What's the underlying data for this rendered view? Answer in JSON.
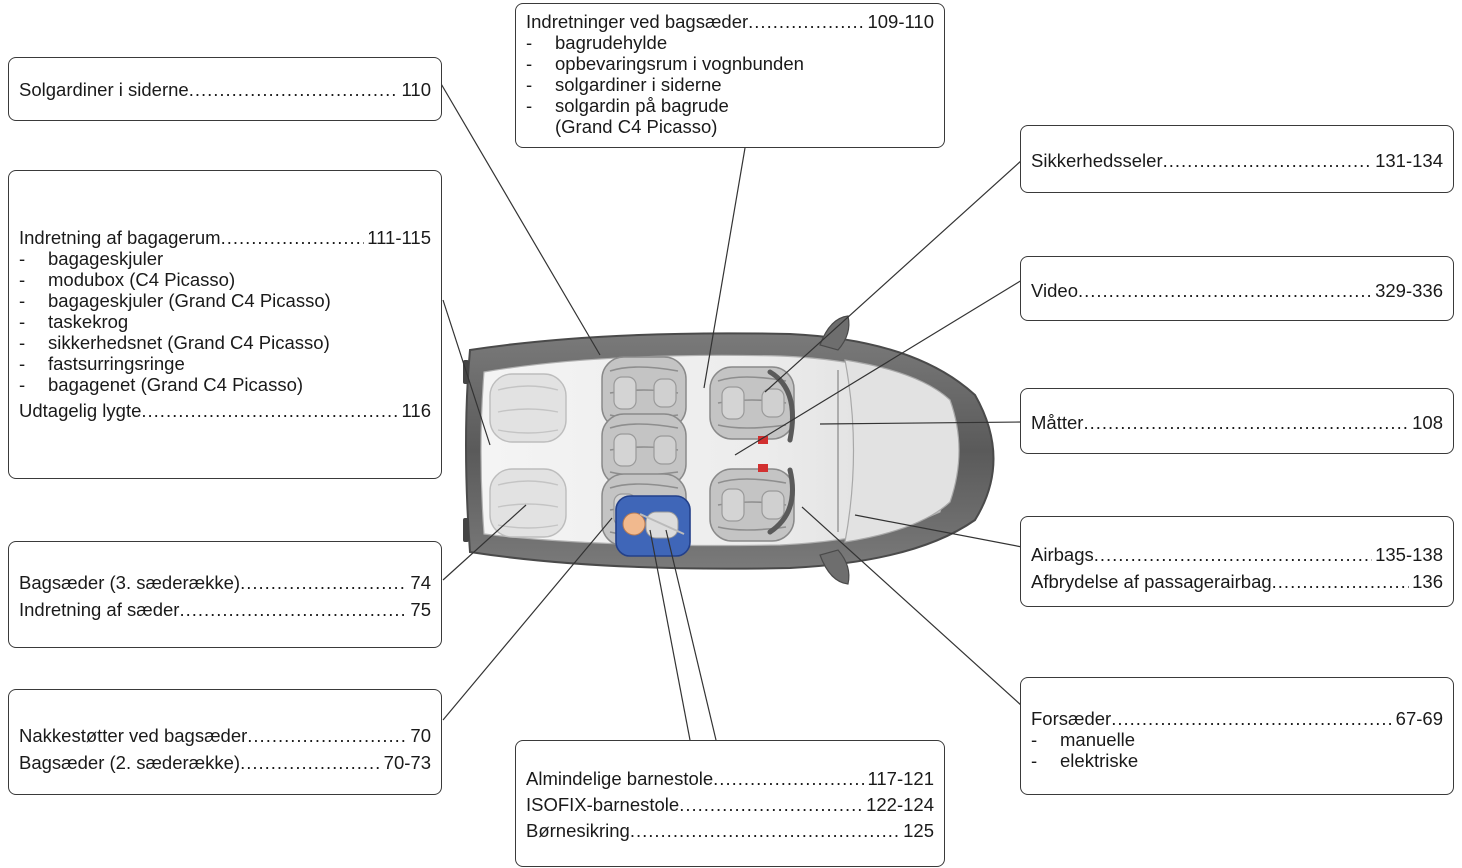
{
  "boxes": {
    "solgardiner": {
      "entries": [
        {
          "label": "Solgardiner i siderne",
          "page": "110"
        }
      ]
    },
    "indretning_bagagerum": {
      "entries": [
        {
          "label": "Indretning af bagagerum",
          "page": "111-115"
        }
      ],
      "subs": [
        "bagageskjuler",
        "modubox (C4 Picasso)",
        "bagageskjuler (Grand C4 Picasso)",
        "taskekrog",
        "sikkerhedsnet (Grand C4 Picasso)",
        "fastsurringsringe",
        "bagagenet (Grand C4 Picasso)"
      ],
      "entries2": [
        {
          "label": "Udtagelig lygte",
          "page": "116"
        }
      ]
    },
    "bagsaeder3": {
      "entries": [
        {
          "label": "Bagsæder (3. sæderække)",
          "page": "74"
        },
        {
          "label": "Indretning af sæder",
          "page": "75"
        }
      ]
    },
    "nakkestotter": {
      "entries": [
        {
          "label": "Nakkestøtter ved bagsæder",
          "page": "70"
        },
        {
          "label": "Bagsæder (2. sæderække)",
          "page": "70-73"
        }
      ]
    },
    "indretninger_bagsaeder": {
      "entries": [
        {
          "label": "Indretninger ved bagsæder",
          "page": "109-110"
        }
      ],
      "subs": [
        "bagrudehylde",
        "opbevaringsrum i vognbunden",
        "solgardiner i siderne",
        "solgardin på bagrude"
      ],
      "sub_continuation": "(Grand C4 Picasso)"
    },
    "barnestole": {
      "entries": [
        {
          "label": "Almindelige barnestole",
          "page": "117-121"
        },
        {
          "label": "ISOFIX-barnestole",
          "page": "122-124"
        },
        {
          "label": "Børnesikring",
          "page": "125"
        }
      ]
    },
    "sikkerhedsseler": {
      "entries": [
        {
          "label": "Sikkerhedsseler",
          "page": "131-134"
        }
      ]
    },
    "video": {
      "entries": [
        {
          "label": "Video",
          "page": "329-336"
        }
      ]
    },
    "matter": {
      "entries": [
        {
          "label": "Måtter",
          "page": "108"
        }
      ]
    },
    "airbags": {
      "entries": [
        {
          "label": "Airbags",
          "page": "135-138"
        },
        {
          "label": "Afbrydelse af passagerairbag",
          "page": "136"
        }
      ]
    },
    "forsaeder": {
      "entries": [
        {
          "label": "Forsæder",
          "page": "67-69"
        }
      ],
      "subs": [
        "manuelle",
        "elektriske"
      ]
    }
  },
  "icons": [
    "car-interior-top-view",
    "child-seat-icon"
  ],
  "colors": {
    "car_body": "#6b6b6b",
    "interior": "#ececec",
    "seat": "#bdbdbd",
    "child_seat": "#3f66b8",
    "belt_buckle": "#d23030",
    "line": "#333333"
  }
}
